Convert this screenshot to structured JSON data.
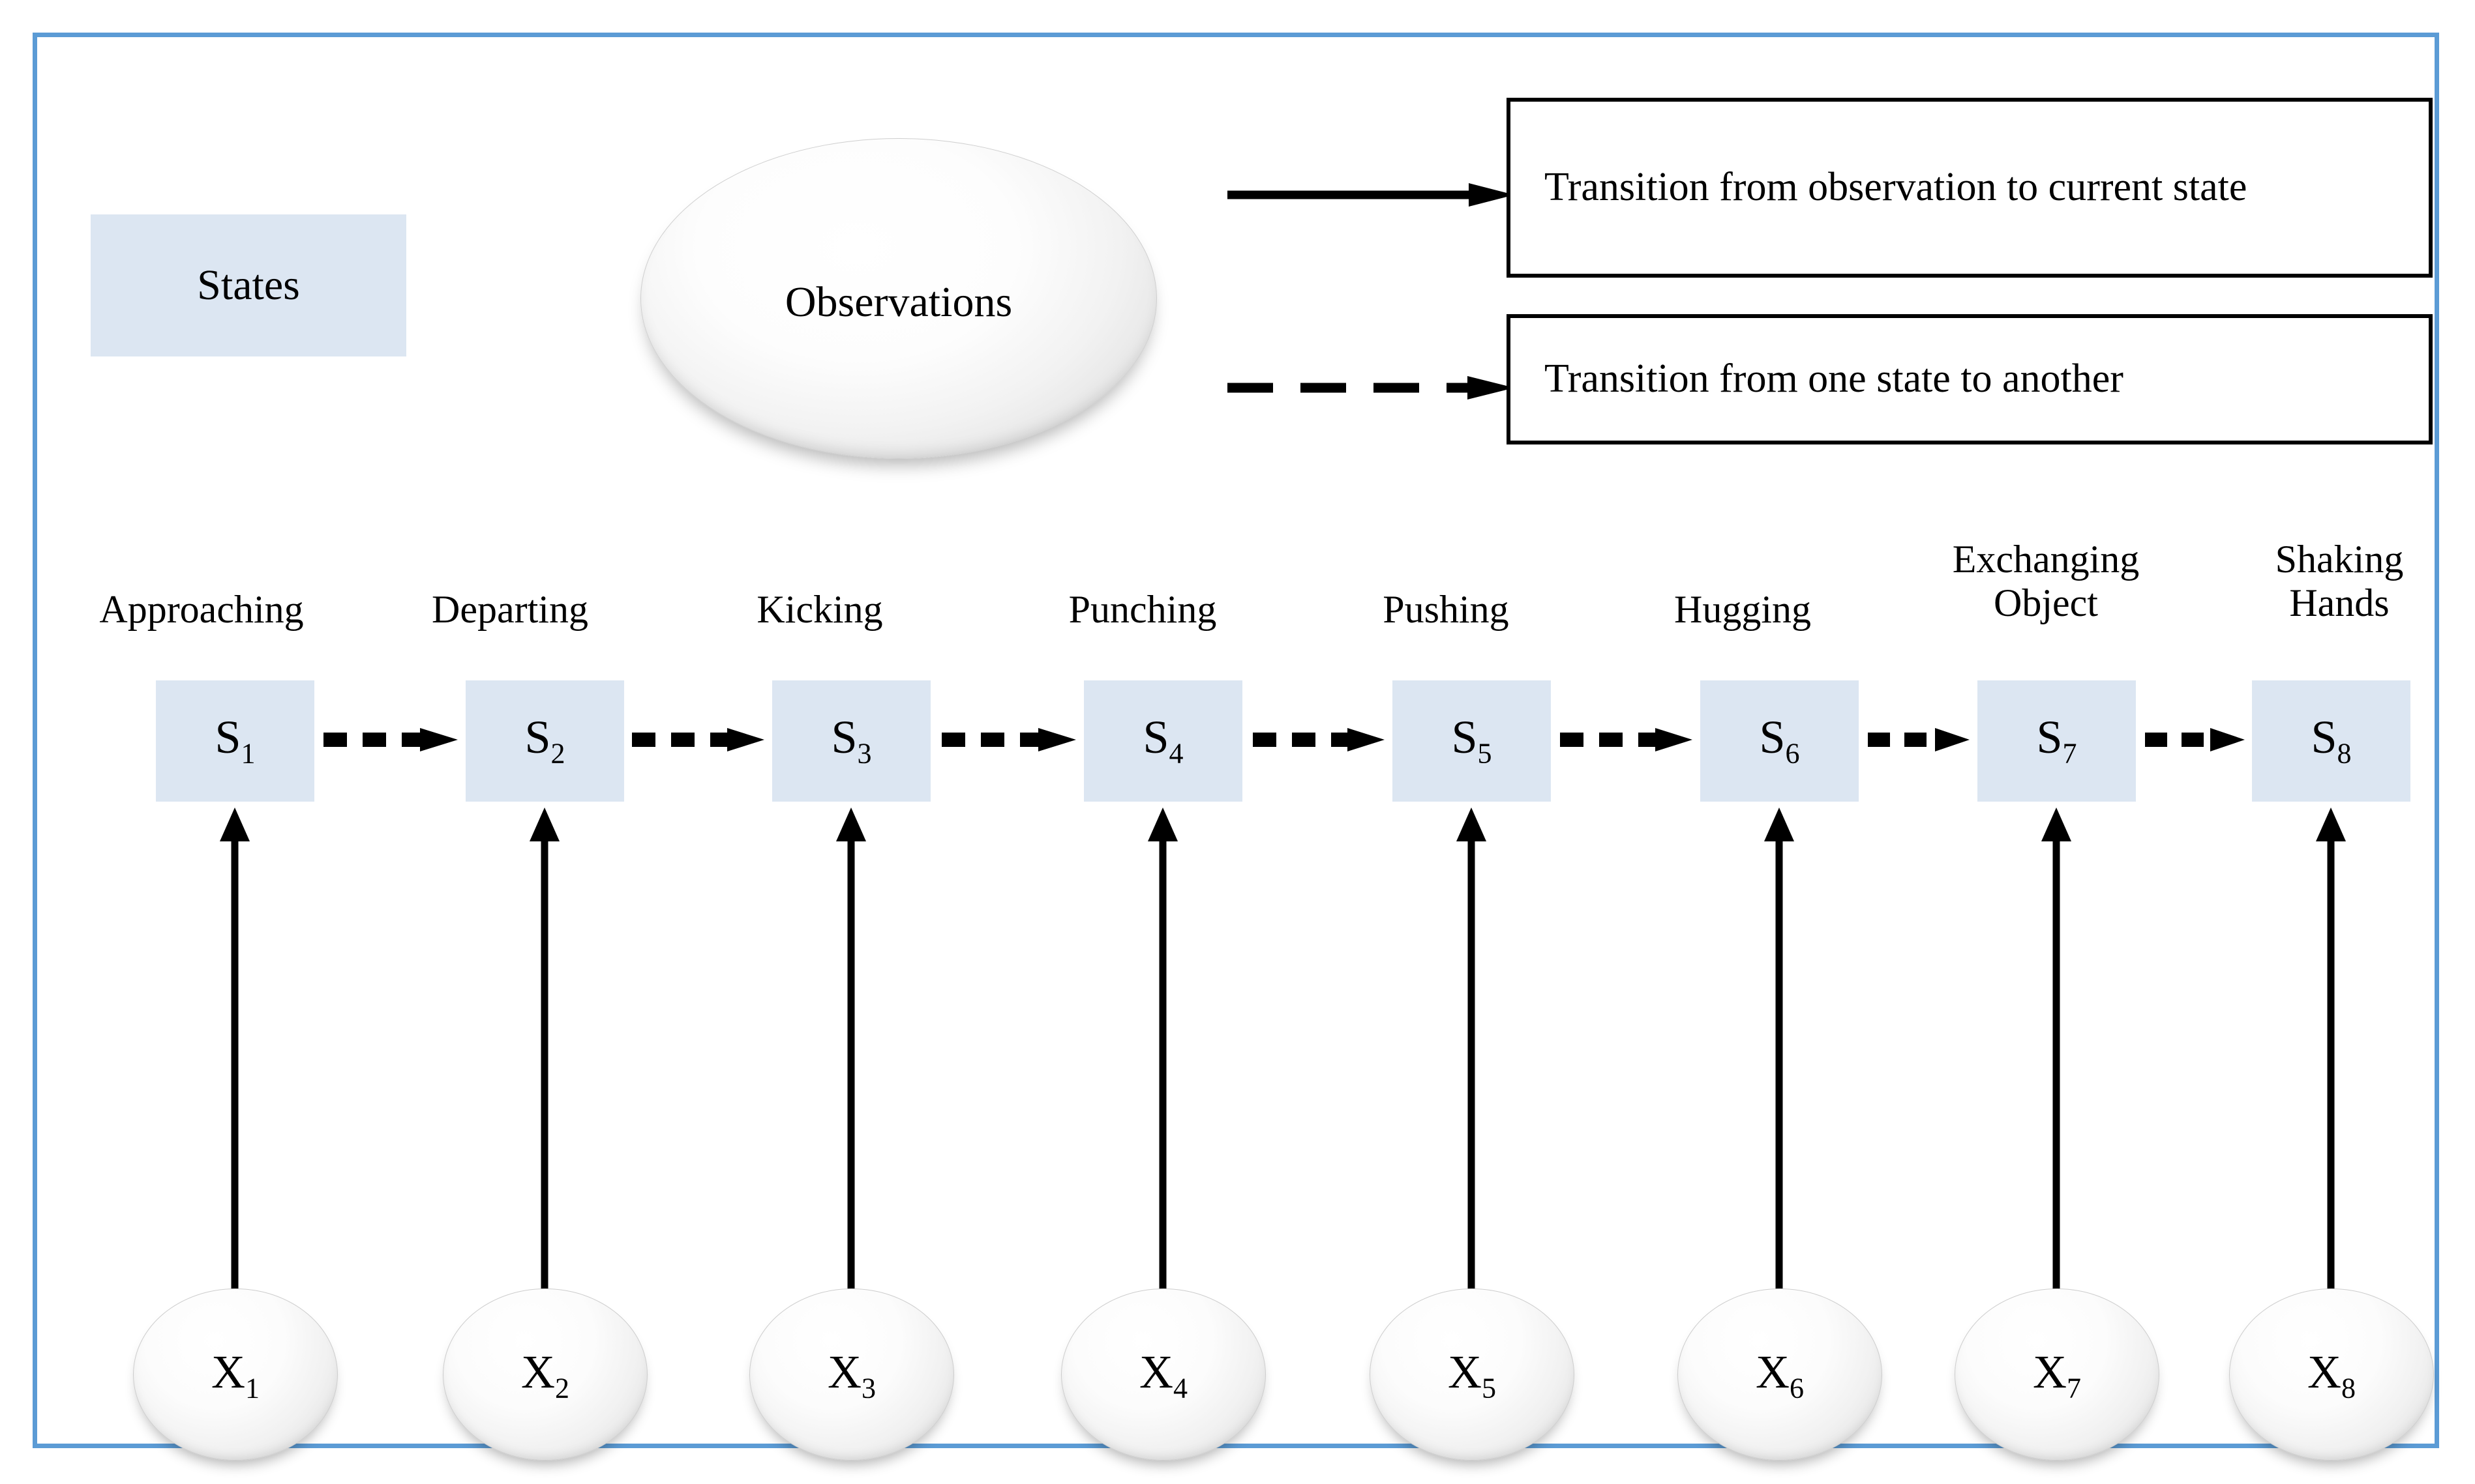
{
  "frame": {
    "border_color": "#5B9BD5"
  },
  "legend": {
    "states_label": "States",
    "observations_label": "Observations",
    "state_fill_color": "#DCE6F2",
    "rows": [
      {
        "arrow_style": "solid",
        "text": "Transition from observation to current state"
      },
      {
        "arrow_style": "dashed",
        "text": "Transition from one state to another"
      }
    ]
  },
  "chain": {
    "state_labels": [
      "Approaching",
      "Departing",
      "Kicking",
      "Punching",
      "Pushing",
      "Hugging",
      "Exchanging\nObject",
      "Shaking\nHands"
    ],
    "states": [
      {
        "base": "S",
        "index": "1"
      },
      {
        "base": "S",
        "index": "2"
      },
      {
        "base": "S",
        "index": "3"
      },
      {
        "base": "S",
        "index": "4"
      },
      {
        "base": "S",
        "index": "5"
      },
      {
        "base": "S",
        "index": "6"
      },
      {
        "base": "S",
        "index": "7"
      },
      {
        "base": "S",
        "index": "8"
      }
    ],
    "observations": [
      {
        "base": "X",
        "index": "1"
      },
      {
        "base": "X",
        "index": "2"
      },
      {
        "base": "X",
        "index": "3"
      },
      {
        "base": "X",
        "index": "4"
      },
      {
        "base": "X",
        "index": "5"
      },
      {
        "base": "X",
        "index": "6"
      },
      {
        "base": "X",
        "index": "7"
      },
      {
        "base": "X",
        "index": "8"
      }
    ]
  }
}
